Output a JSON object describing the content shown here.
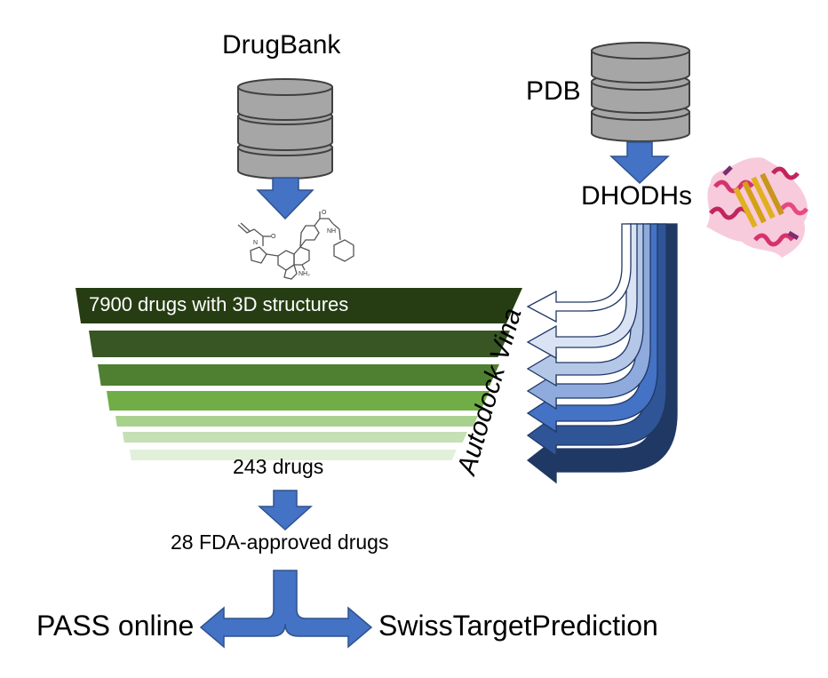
{
  "sources": {
    "drugbank_title": "DrugBank",
    "pdb_title": "PDB",
    "target_label": "DHODHs"
  },
  "funnel": {
    "top_label": "7900 drugs with 3D structures",
    "bottom_label": "243 drugs",
    "stage_colors": [
      "#263d13",
      "#375623",
      "#4f7f30",
      "#70ad47",
      "#a9d18e",
      "#c5e0b4",
      "#e2f0d9"
    ]
  },
  "docking": {
    "tool_label": "Autodock Vina",
    "arrow_colors": [
      "#ffffff",
      "#dae3f3",
      "#b4c7e7",
      "#8faadc",
      "#4472c4",
      "#2f5597",
      "#203864"
    ]
  },
  "filter": {
    "approved_label": "28 FDA-approved drugs"
  },
  "outputs": {
    "left_label": "PASS online",
    "right_label": "SwissTargetPrediction"
  },
  "colors": {
    "arrow_blue": "#4472c4",
    "arrow_outline": "#2f528f",
    "database_gray": "#a6a6a6",
    "database_outline": "#404040"
  },
  "icons": {
    "database": "database-icon",
    "molecule": "molecule-structure-icon",
    "protein": "protein-structure-icon"
  }
}
